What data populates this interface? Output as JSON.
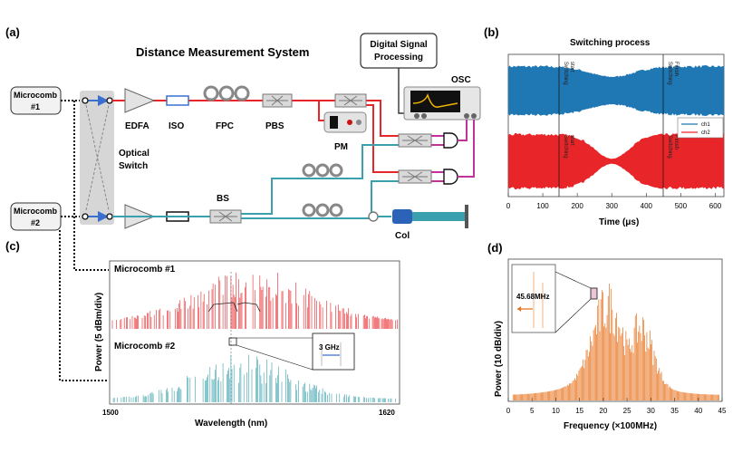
{
  "panels": {
    "a": "(a)",
    "b": "(b)",
    "c": "(c)",
    "d": "(d)"
  },
  "system_title": "Distance Measurement System",
  "dsp": {
    "line1": "Digital Signal",
    "line2": "Processing"
  },
  "osc_label": "OSC",
  "pm_label": "PM",
  "microcombs": [
    {
      "line1": "Microcomb",
      "line2": "#1"
    },
    {
      "line1": "Microcomb",
      "line2": "#2"
    }
  ],
  "components": {
    "edfa": "EDFA",
    "iso": "ISO",
    "fpc": "FPC",
    "pbs": "PBS",
    "bs": "BS",
    "col": "Col",
    "optical_switch_1": "Optical",
    "optical_switch_2": "Switch"
  },
  "switching": {
    "title": "Switching process",
    "xlabel": "Time (μs)",
    "ticks": [
      "0",
      "100",
      "200",
      "300",
      "400",
      "500",
      "600"
    ],
    "legend": [
      "ch1",
      "ch2"
    ],
    "marker_start_1": "Switching",
    "marker_start_2": "start",
    "marker_end_1": "Switching",
    "marker_end_2": "Finish"
  },
  "spectra": {
    "label1": "Microcomb #1",
    "label2": "Microcomb #2",
    "ylabel": "Power (5 dBm/div)",
    "xlabel": "Wavelength (nm)",
    "tick_left": "1500",
    "tick_right": "1620",
    "inset": "3 GHz"
  },
  "rf": {
    "ylabel": "Power (10 dB/div)",
    "xlabel": "Frequency (×100MHz)",
    "ticks": [
      "0",
      "5",
      "10",
      "15",
      "20",
      "25",
      "30",
      "35",
      "40",
      "45"
    ],
    "inset": "45.68MHz"
  },
  "colors": {
    "red": "#e8262a",
    "blue": "#1f77b4",
    "teal": "#3aa0ad",
    "orange": "#e8711c",
    "magenta": "#c0339a"
  }
}
